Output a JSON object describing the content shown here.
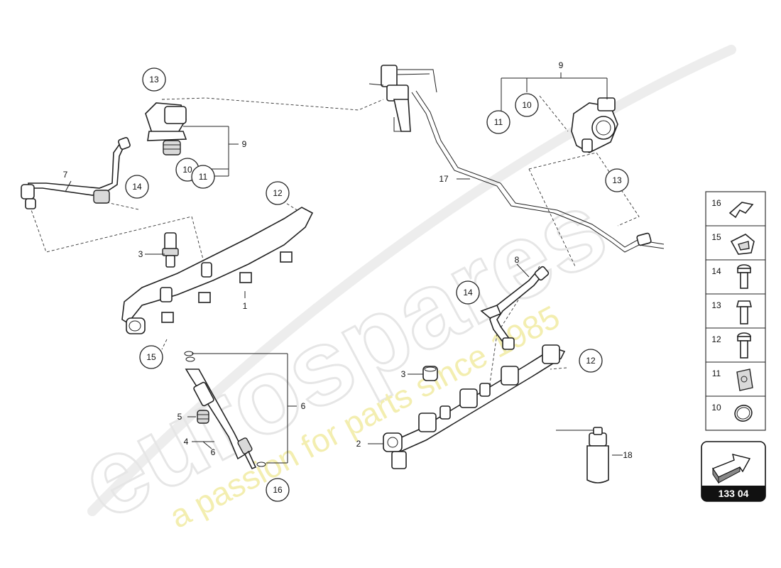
{
  "watermark": {
    "brand": "eurospares",
    "tagline": "a passion for parts since 1985"
  },
  "callouts": {
    "c13_pump_left": "13",
    "c9_left": "9",
    "c10_left": "10",
    "c11_left": "11",
    "c7": "7",
    "c14_left": "14",
    "c12_left": "12",
    "c3_left": "3",
    "c1": "1",
    "c15": "15",
    "c5": "5",
    "c4": "4",
    "c6_right": "6",
    "c6_below": "6",
    "c16": "16",
    "c9_right": "9",
    "c10_right": "10",
    "c11_right": "11",
    "c13_right": "13",
    "c17": "17",
    "c8": "8",
    "c14_right": "14",
    "c3_right": "3",
    "c12_right": "12",
    "c2": "2",
    "c18": "18"
  },
  "legend": {
    "items": [
      {
        "number": "16",
        "icon": "clip-icon"
      },
      {
        "number": "15",
        "icon": "bracket-clip-icon"
      },
      {
        "number": "14",
        "icon": "torx-bolt-icon"
      },
      {
        "number": "13",
        "icon": "hex-bolt-icon"
      },
      {
        "number": "12",
        "icon": "torx-bolt-long-icon"
      },
      {
        "number": "11",
        "icon": "sleeve-icon"
      },
      {
        "number": "10",
        "icon": "o-ring-icon"
      }
    ]
  },
  "page_ref": "133 04",
  "colors": {
    "line": "#222222",
    "watermark_grey": "#e6e6e6",
    "watermark_yellow": "#f3eeb0",
    "ref_box": "#111111"
  }
}
